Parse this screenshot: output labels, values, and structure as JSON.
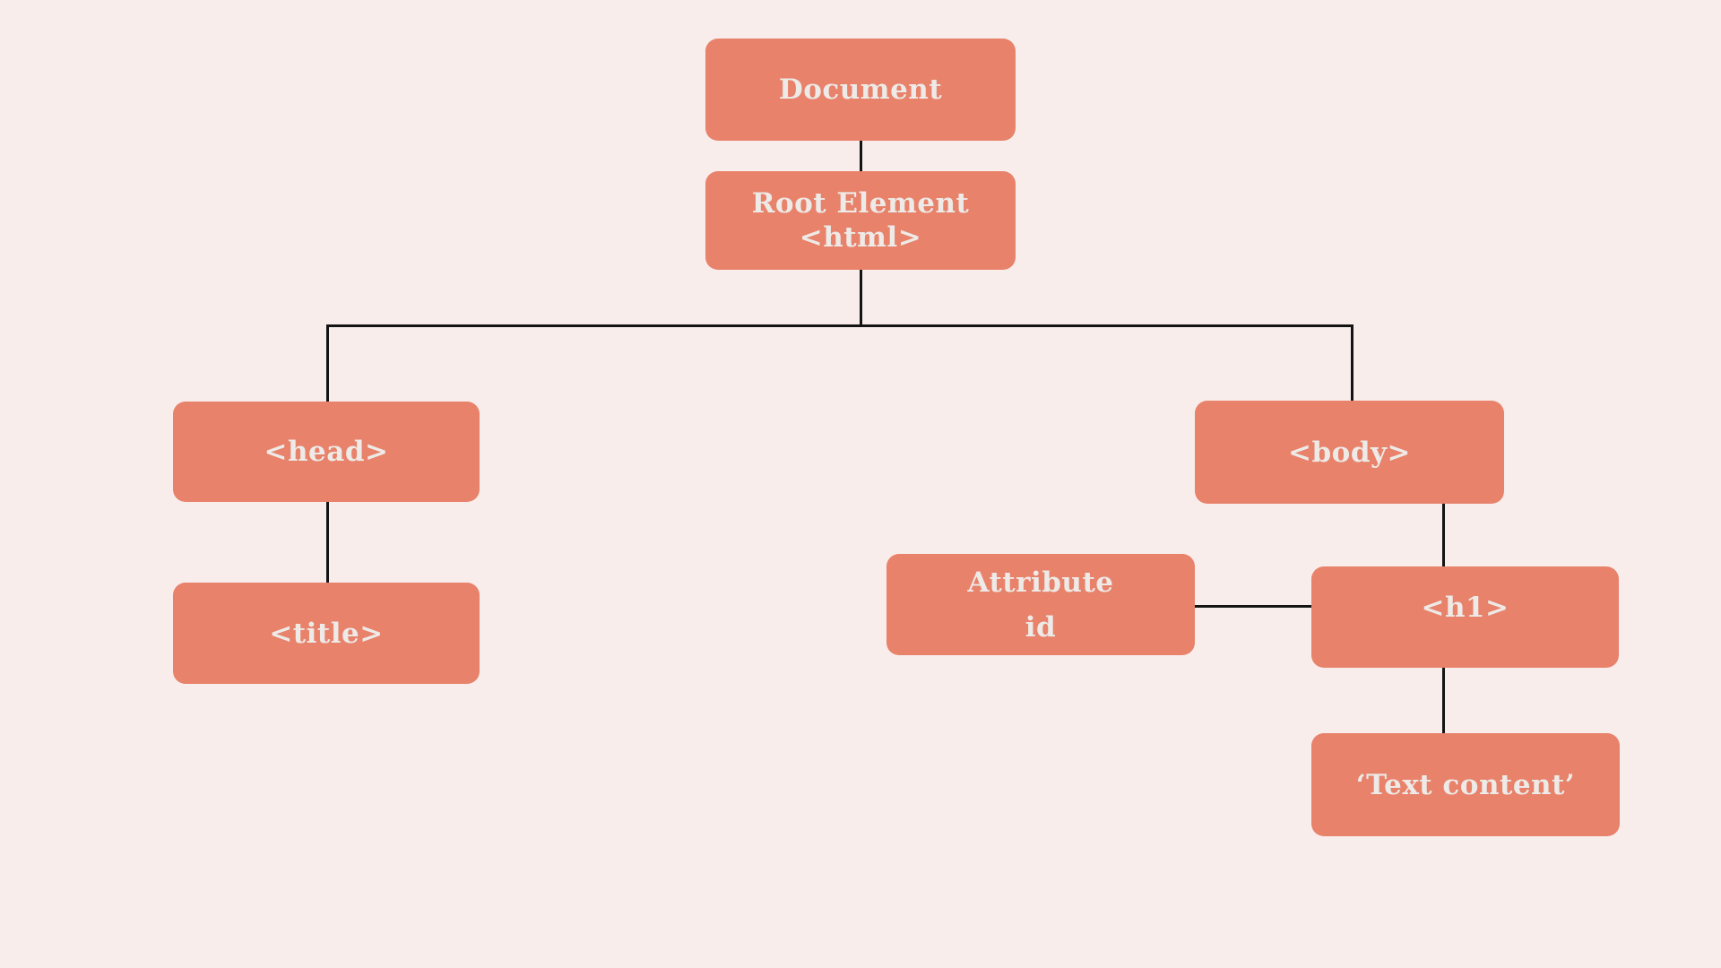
{
  "diagram": {
    "description": "DOM tree structure diagram",
    "colors": {
      "background": "#f8edea",
      "node_fill": "#e8826b",
      "node_text": "#edeae7",
      "connector": "#141414"
    },
    "nodes": {
      "document": {
        "lines": [
          "Document"
        ]
      },
      "root_element": {
        "lines": [
          "Root Element",
          "<html>"
        ]
      },
      "head": {
        "lines": [
          "<head>"
        ]
      },
      "title": {
        "lines": [
          "<title>"
        ]
      },
      "body": {
        "lines": [
          "<body>"
        ]
      },
      "attribute_id": {
        "lines": [
          "Attribute",
          "id"
        ]
      },
      "h1": {
        "lines": [
          "<h1>"
        ]
      },
      "text_content": {
        "lines": [
          "‘Text content’"
        ]
      }
    },
    "edges": [
      {
        "from": "document",
        "to": "root_element"
      },
      {
        "from": "root_element",
        "to": "head"
      },
      {
        "from": "root_element",
        "to": "body"
      },
      {
        "from": "head",
        "to": "title"
      },
      {
        "from": "body",
        "to": "h1"
      },
      {
        "from": "attribute_id",
        "to": "h1"
      },
      {
        "from": "h1",
        "to": "text_content"
      }
    ]
  }
}
